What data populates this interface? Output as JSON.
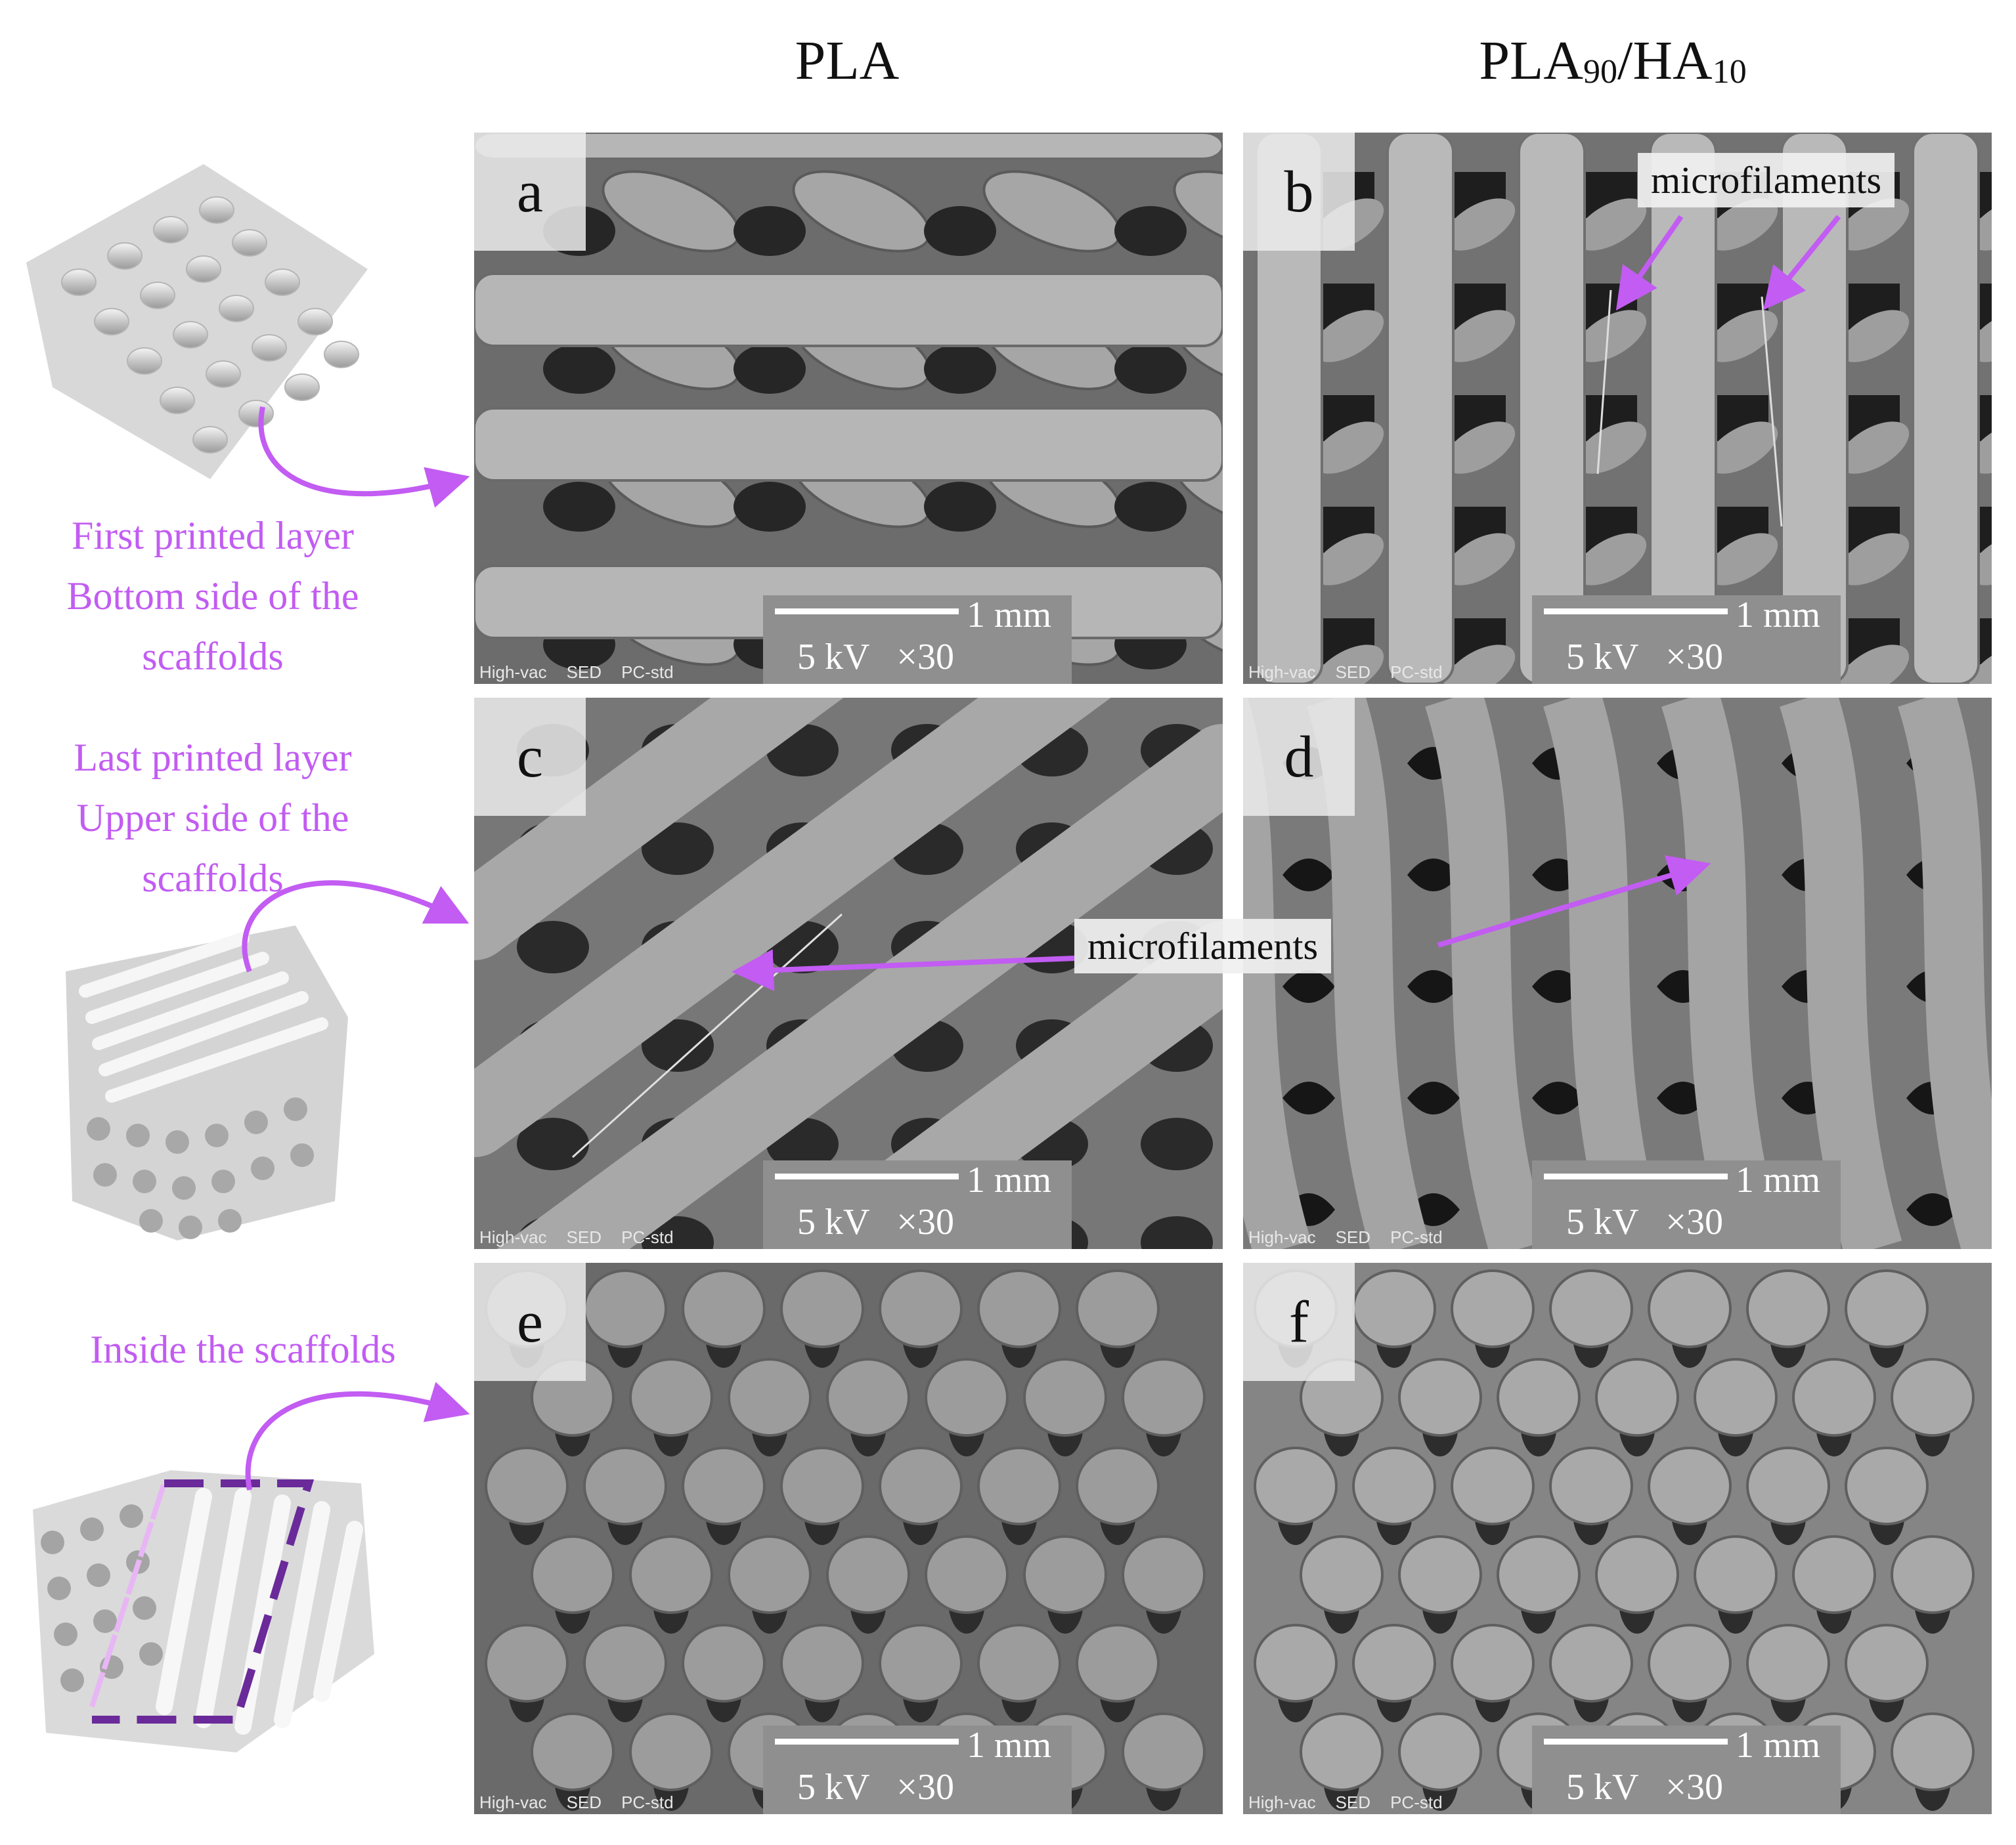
{
  "columns": {
    "pla": "PLA",
    "composite": {
      "a": "PLA",
      "a_sub": "90",
      "b": "/HA",
      "b_sub": "10"
    }
  },
  "side_labels": {
    "first": [
      "First printed layer",
      "Bottom side of the",
      "scaffolds"
    ],
    "last": [
      "Last printed layer",
      "Upper side of the",
      "scaffolds"
    ],
    "inside": [
      "Inside the scaffolds"
    ]
  },
  "panels": [
    {
      "letter": "a",
      "scale": "1 mm",
      "kv": "5 kV",
      "mag": "×30",
      "meta": [
        "High-vac",
        "SED",
        "PC-std"
      ]
    },
    {
      "letter": "b",
      "scale": "1 mm",
      "kv": "5 kV",
      "mag": "×30",
      "meta": [
        "High-vac",
        "SED",
        "PC-std"
      ]
    },
    {
      "letter": "c",
      "scale": "1 mm",
      "kv": "5 kV",
      "mag": "×30",
      "meta": [
        "High-vac",
        "SED",
        "PC-std"
      ]
    },
    {
      "letter": "d",
      "scale": "1 mm",
      "kv": "5 kV",
      "mag": "×30",
      "meta": [
        "High-vac",
        "SED",
        "PC-std"
      ]
    },
    {
      "letter": "e",
      "scale": "1 mm",
      "kv": "5 kV",
      "mag": "×30",
      "meta": [
        "High-vac",
        "SED",
        "PC-std"
      ]
    },
    {
      "letter": "f",
      "scale": "1 mm",
      "kv": "5 kV",
      "mag": "×30",
      "meta": [
        "High-vac",
        "SED",
        "PC-std"
      ]
    }
  ],
  "callouts": {
    "top": "microfilaments",
    "middle": "microfilaments"
  },
  "colors": {
    "accent": "#c25cf2",
    "dashed_box": "#6a2a9a"
  }
}
